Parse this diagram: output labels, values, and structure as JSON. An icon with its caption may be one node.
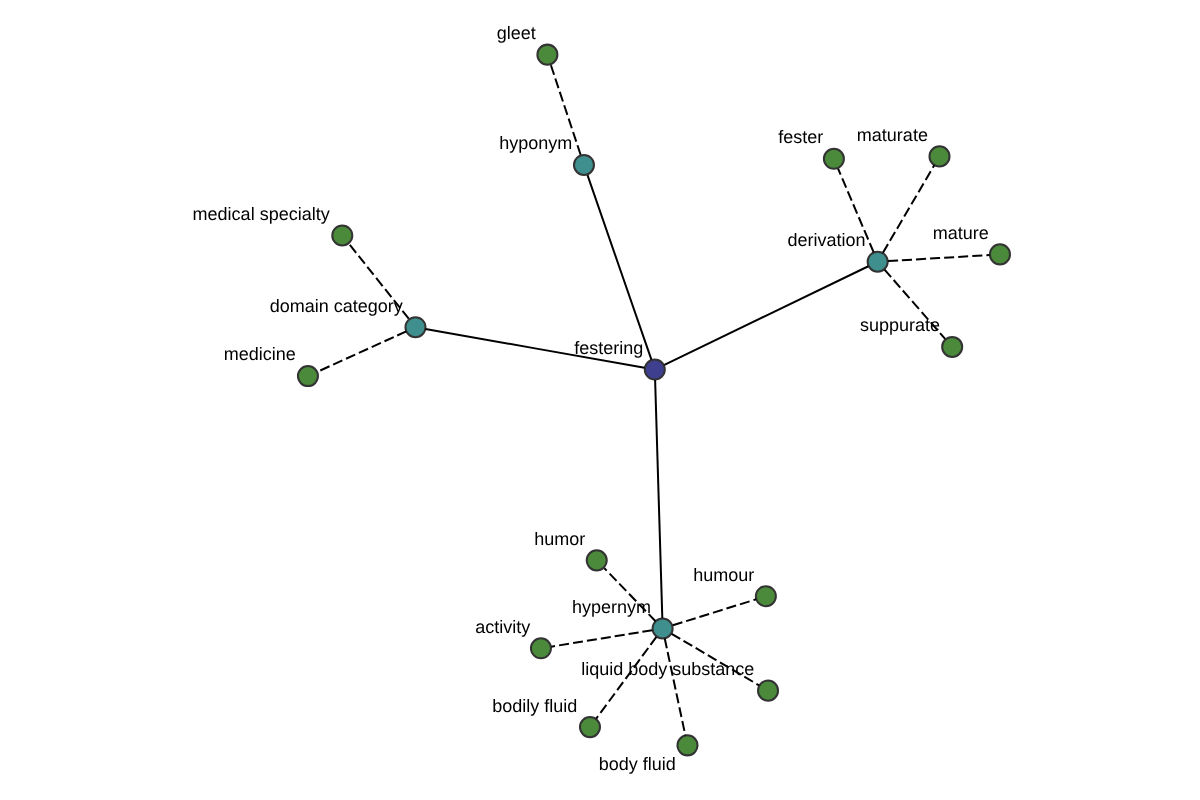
{
  "diagram": {
    "nodes": [
      {
        "text": [
          "festering"
        ]
      },
      {
        "text": [
          "domain category"
        ]
      },
      {
        "text": [
          "medicine"
        ]
      },
      {
        "text": [
          "medical specialty"
        ]
      },
      {
        "text": [
          "hypernym"
        ]
      },
      {
        "text": [
          "humor"
        ]
      },
      {
        "text": [
          "bodily fluid"
        ]
      },
      {
        "text": [
          "humour"
        ]
      },
      {
        "text": [
          "activity"
        ]
      },
      {
        "text": [
          "liquid body substance"
        ]
      },
      {
        "text": [
          "body fluid"
        ]
      },
      {
        "text": [
          "hyponym"
        ]
      },
      {
        "text": [
          "gleet"
        ]
      },
      {
        "text": [
          "derivation"
        ]
      },
      {
        "text": [
          "maturate"
        ]
      },
      {
        "text": [
          "suppurate"
        ]
      },
      {
        "text": [
          "mature"
        ]
      },
      {
        "text": [
          "fester"
        ]
      }
    ],
    "edges": [
      {
        "from": 0,
        "to": 1,
        "arrow": "none"
      },
      {
        "from": 1,
        "to": 2,
        "arrow": "none",
        "style": "dashed"
      },
      {
        "from": 1,
        "to": 3,
        "arrow": "none",
        "style": "dashed"
      },
      {
        "from": 0,
        "to": 4,
        "arrow": "none"
      },
      {
        "from": 4,
        "to": 5,
        "arrow": "none",
        "style": "dashed"
      },
      {
        "from": 4,
        "to": 6,
        "arrow": "none",
        "style": "dashed"
      },
      {
        "from": 4,
        "to": 7,
        "arrow": "none",
        "style": "dashed"
      },
      {
        "from": 4,
        "to": 8,
        "arrow": "none",
        "style": "dashed"
      },
      {
        "from": 4,
        "to": 9,
        "arrow": "none",
        "style": "dashed"
      },
      {
        "from": 4,
        "to": 10,
        "arrow": "none",
        "style": "dashed"
      },
      {
        "from": 0,
        "to": 11,
        "arrow": "none"
      },
      {
        "from": 11,
        "to": 12,
        "arrow": "none",
        "style": "dashed"
      },
      {
        "from": 0,
        "to": 13,
        "arrow": "none"
      },
      {
        "from": 13,
        "to": 14,
        "arrow": "none",
        "style": "dashed"
      },
      {
        "from": 13,
        "to": 15,
        "arrow": "none",
        "style": "dashed"
      },
      {
        "from": 13,
        "to": 16,
        "arrow": "none",
        "style": "dashed"
      },
      {
        "from": 13,
        "to": 17,
        "arrow": "none",
        "style": "dashed"
      }
    ]
  }
}
